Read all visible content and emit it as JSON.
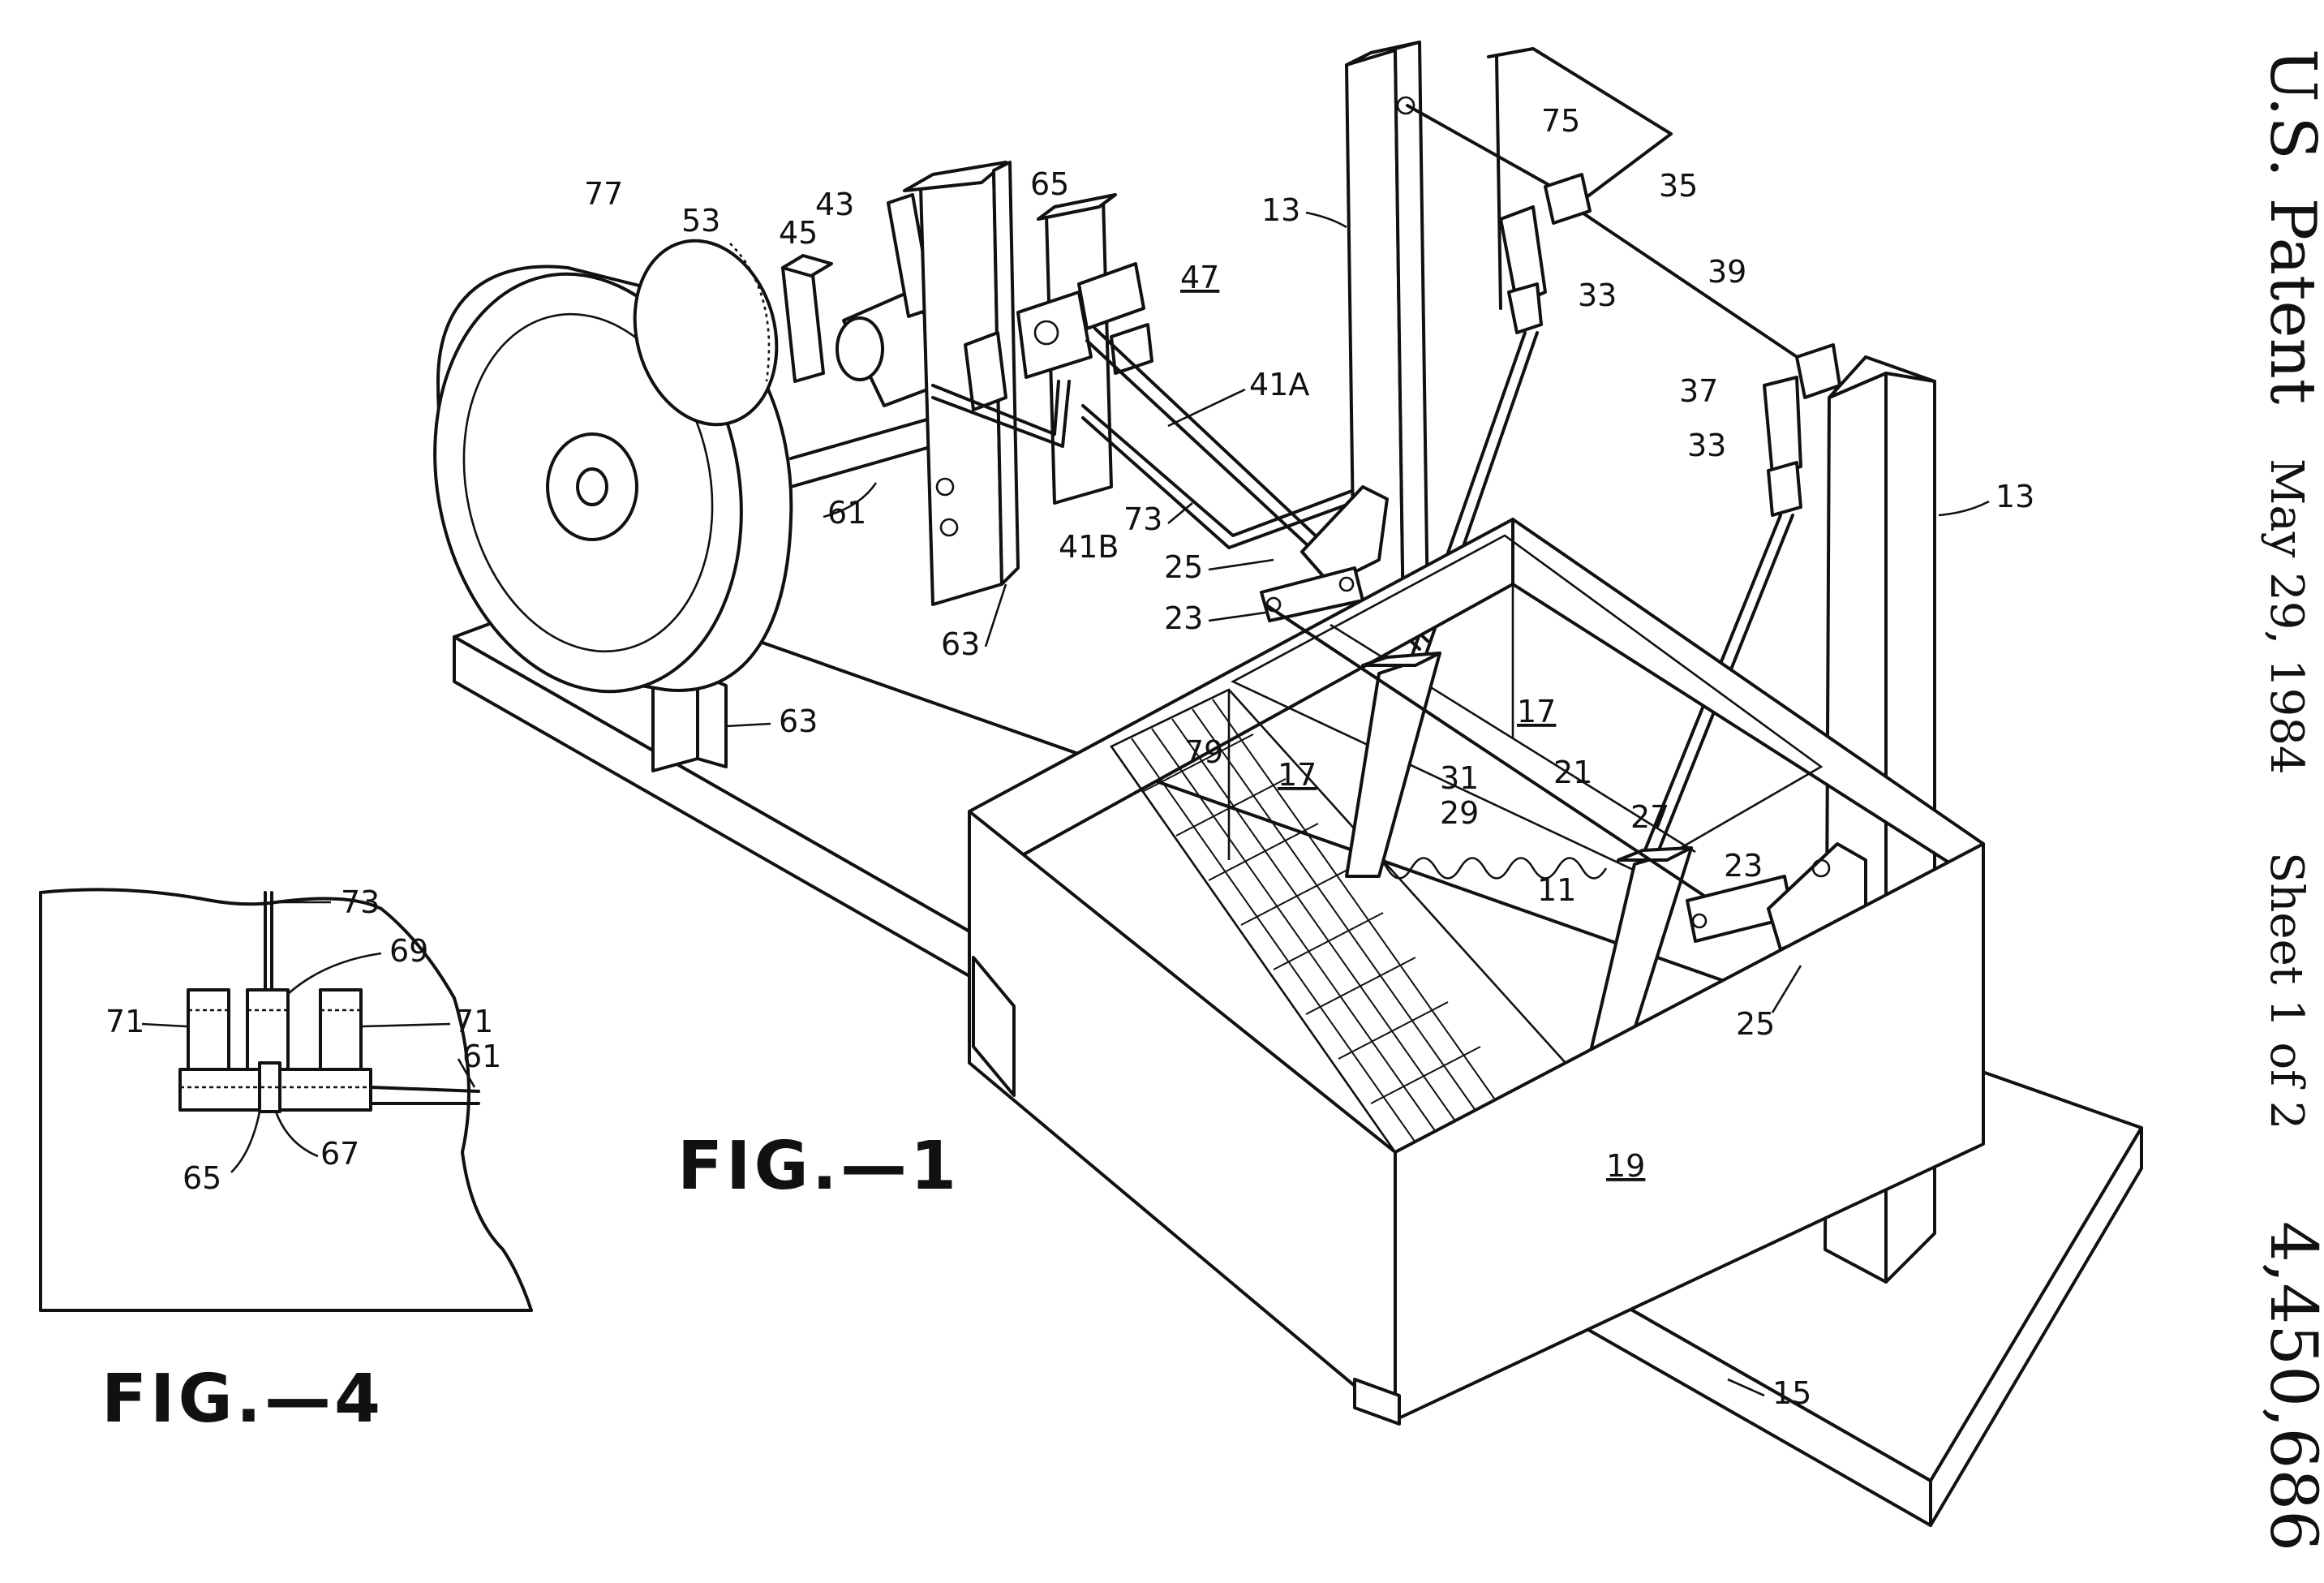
{
  "header": {
    "title": "U.S. Patent",
    "date": "May 29, 1984",
    "sheet": "Sheet 1 of 2",
    "number": "4,450,686"
  },
  "figures": {
    "fig1": "FIG.—1",
    "fig4": "FIG.—4"
  },
  "labels": {
    "l77": "77",
    "l53": "53",
    "l45": "45",
    "l43": "43",
    "l65": "65",
    "l47": "47",
    "l13a": "13",
    "l75": "75",
    "l35": "35",
    "l33a": "33",
    "l39": "39",
    "l41a": "41A",
    "l37": "37",
    "l33b": "33",
    "l13b": "13",
    "l61": "61",
    "l41b": "41B",
    "l73": "73",
    "l25a": "25",
    "l23a": "23",
    "l63a": "63",
    "l63b": "63",
    "l17a": "17",
    "l17b": "17",
    "l79": "79",
    "l31": "31",
    "l21": "21",
    "l29": "29",
    "l27": "27",
    "l23b": "23",
    "l11": "11",
    "l25b": "25",
    "l19": "19",
    "l15": "15"
  },
  "fig4_labels": {
    "l73": "73",
    "l69": "69",
    "l71a": "71",
    "l71b": "71",
    "l61": "61",
    "l65": "65",
    "l67": "67"
  }
}
